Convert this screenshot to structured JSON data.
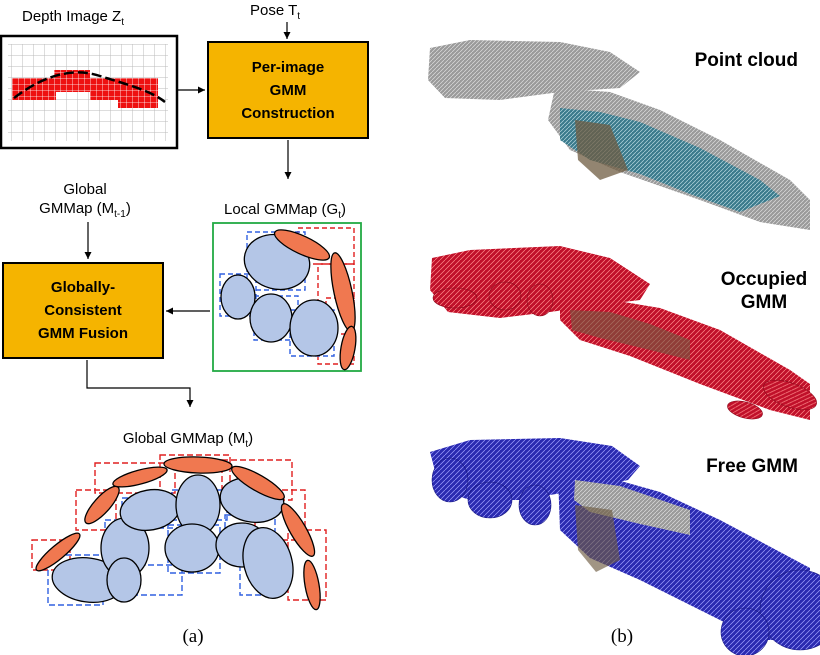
{
  "left_panel": {
    "depth_image": {
      "main": "Depth Image Z",
      "sub": "t"
    },
    "pose": {
      "main": "Pose T",
      "sub": "t"
    },
    "construction_box": [
      "Per-image",
      "GMM",
      "Construction"
    ],
    "global_input": {
      "line1": "Global",
      "main": "GMMap (M",
      "sub": "t-1",
      "close": ")"
    },
    "local_gmmap": {
      "main": "Local GMMap (G",
      "sub": "t",
      "close": ")"
    },
    "fusion_box": [
      "Globally-",
      "Consistent",
      "GMM Fusion"
    ],
    "global_output": {
      "main": "Global GMMap (M",
      "sub": "t",
      "close": ")"
    },
    "caption": "(a)"
  },
  "right_panel": {
    "views": [
      {
        "title_lines": [
          "Point cloud"
        ]
      },
      {
        "title_lines": [
          "Occupied",
          "GMM"
        ]
      },
      {
        "title_lines": [
          "Free GMM"
        ]
      }
    ],
    "caption": "(b)"
  },
  "colors": {
    "box_fill": "#f5b400",
    "ellipse_fill": "#b4c6e7",
    "surface_fill": "#f07850",
    "occupied_red": "#c0102a",
    "free_blue": "#2a2ab0",
    "local_border": "#22aa44",
    "dashed_red": "#e02020",
    "dashed_blue": "#3060e0"
  }
}
